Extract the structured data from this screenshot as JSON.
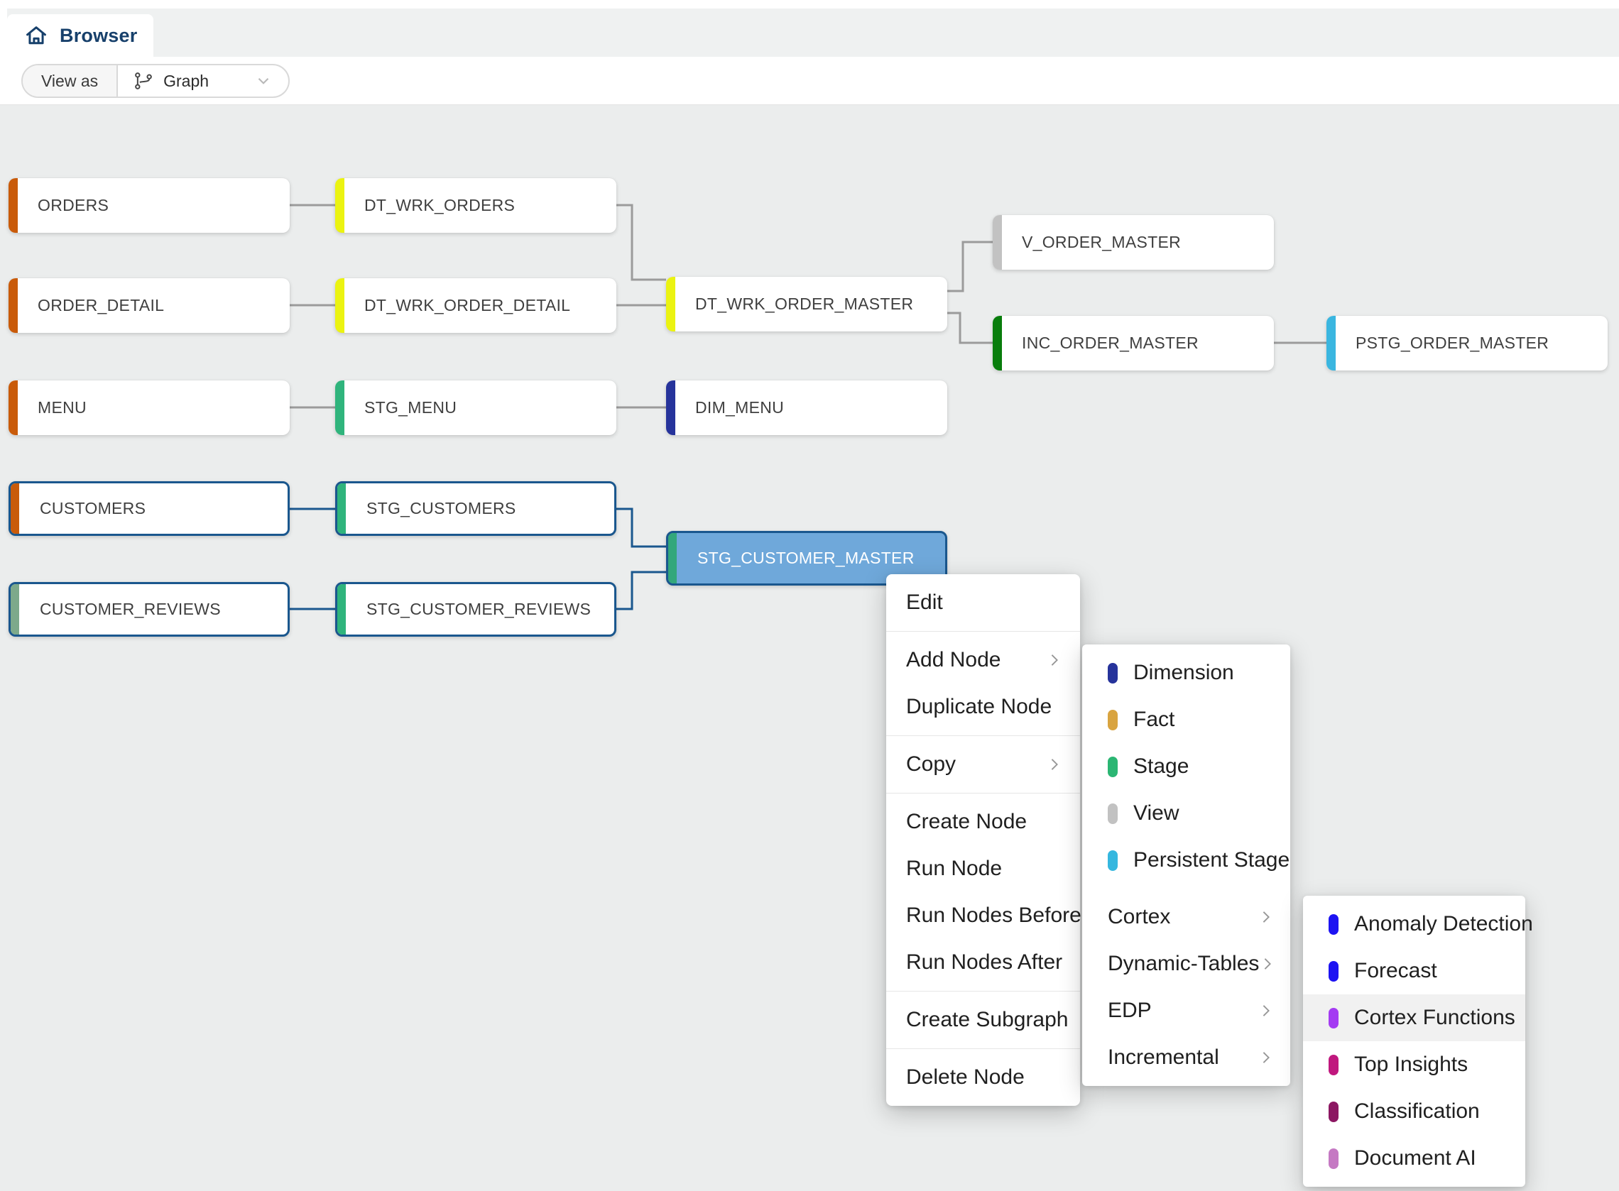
{
  "tab_bar": {
    "active_tab": "Browser"
  },
  "toolbar": {
    "view_as_label": "View as",
    "view_mode": "Graph"
  },
  "graph": {
    "nodes": [
      {
        "label": "ORDERS",
        "type": "source-table",
        "color": "#C95B0A",
        "selected": false
      },
      {
        "label": "ORDER_DETAIL",
        "type": "source-table",
        "color": "#C95B0A",
        "selected": false
      },
      {
        "label": "MENU",
        "type": "source-table",
        "color": "#C95B0A",
        "selected": false
      },
      {
        "label": "CUSTOMERS",
        "type": "source-table",
        "color": "#C95B0A",
        "selected": true
      },
      {
        "label": "CUSTOMER_REVIEWS",
        "type": "source-table",
        "color": "#7DA98B",
        "selected": true
      },
      {
        "label": "DT_WRK_ORDERS",
        "type": "dynamic-table",
        "color": "#EBF311",
        "selected": false
      },
      {
        "label": "DT_WRK_ORDER_DETAIL",
        "type": "dynamic-table",
        "color": "#EBF311",
        "selected": false
      },
      {
        "label": "STG_MENU",
        "type": "stage",
        "color": "#2FB47C",
        "selected": false
      },
      {
        "label": "STG_CUSTOMERS",
        "type": "stage",
        "color": "#2FB47C",
        "selected": true
      },
      {
        "label": "STG_CUSTOMER_REVIEWS",
        "type": "stage",
        "color": "#2FB47C",
        "selected": true
      },
      {
        "label": "DT_WRK_ORDER_MASTER",
        "type": "dynamic-table",
        "color": "#EBF311",
        "selected": false
      },
      {
        "label": "DIM_MENU",
        "type": "dimension",
        "color": "#26339B",
        "selected": false
      },
      {
        "label": "STG_CUSTOMER_MASTER",
        "type": "stage",
        "color": "#33A77B",
        "selected": true,
        "state": "active-context-target"
      },
      {
        "label": "V_ORDER_MASTER",
        "type": "view",
        "color": "#C2C2C2",
        "selected": false
      },
      {
        "label": "INC_ORDER_MASTER",
        "type": "incremental",
        "color": "#087D0C",
        "selected": false
      },
      {
        "label": "PSTG_ORDER_MASTER",
        "type": "persistent-stage",
        "color": "#3AB6E0",
        "selected": false
      }
    ],
    "edges": [
      {
        "from": "ORDERS",
        "to": "DT_WRK_ORDERS",
        "state": "default"
      },
      {
        "from": "ORDER_DETAIL",
        "to": "DT_WRK_ORDER_DETAIL",
        "state": "default"
      },
      {
        "from": "MENU",
        "to": "STG_MENU",
        "state": "default"
      },
      {
        "from": "STG_MENU",
        "to": "DIM_MENU",
        "state": "default"
      },
      {
        "from": "DT_WRK_ORDERS",
        "to": "DT_WRK_ORDER_MASTER",
        "state": "default"
      },
      {
        "from": "DT_WRK_ORDER_DETAIL",
        "to": "DT_WRK_ORDER_MASTER",
        "state": "default"
      },
      {
        "from": "DT_WRK_ORDER_MASTER",
        "to": "V_ORDER_MASTER",
        "state": "default"
      },
      {
        "from": "DT_WRK_ORDER_MASTER",
        "to": "INC_ORDER_MASTER",
        "state": "default"
      },
      {
        "from": "INC_ORDER_MASTER",
        "to": "PSTG_ORDER_MASTER",
        "state": "default"
      },
      {
        "from": "CUSTOMERS",
        "to": "STG_CUSTOMERS",
        "state": "selected"
      },
      {
        "from": "CUSTOMER_REVIEWS",
        "to": "STG_CUSTOMER_REVIEWS",
        "state": "selected"
      },
      {
        "from": "STG_CUSTOMERS",
        "to": "STG_CUSTOMER_MASTER",
        "state": "selected"
      },
      {
        "from": "STG_CUSTOMER_REVIEWS",
        "to": "STG_CUSTOMER_MASTER",
        "state": "selected"
      }
    ]
  },
  "context_menu": {
    "groups": [
      {
        "items": [
          {
            "label": "Edit",
            "submenu": false
          }
        ]
      },
      {
        "items": [
          {
            "label": "Add Node",
            "submenu": true
          },
          {
            "label": "Duplicate Node",
            "submenu": false
          }
        ]
      },
      {
        "items": [
          {
            "label": "Copy",
            "submenu": true
          }
        ]
      },
      {
        "items": [
          {
            "label": "Create Node",
            "submenu": false
          },
          {
            "label": "Run Node",
            "submenu": false
          },
          {
            "label": "Run Nodes Before",
            "submenu": false
          },
          {
            "label": "Run Nodes After",
            "submenu": false
          }
        ]
      },
      {
        "items": [
          {
            "label": "Create Subgraph",
            "submenu": false
          }
        ]
      },
      {
        "items": [
          {
            "label": "Delete Node",
            "submenu": false
          }
        ]
      }
    ]
  },
  "add_node_submenu": {
    "node_types": [
      {
        "label": "Dimension",
        "color": "#26339B"
      },
      {
        "label": "Fact",
        "color": "#D9A440"
      },
      {
        "label": "Stage",
        "color": "#2BB673"
      },
      {
        "label": "View",
        "color": "#C2C2C2"
      },
      {
        "label": "Persistent Stage",
        "color": "#35B7DF"
      }
    ],
    "categories": [
      {
        "label": "Cortex"
      },
      {
        "label": "Dynamic-Tables"
      },
      {
        "label": "EDP"
      },
      {
        "label": "Incremental"
      }
    ]
  },
  "cortex_submenu": {
    "items": [
      {
        "label": "Anomaly Detection",
        "color": "#1D13F2",
        "highlighted": false
      },
      {
        "label": "Forecast",
        "color": "#1D13F2",
        "highlighted": false
      },
      {
        "label": "Cortex Functions",
        "color": "#A43BF2",
        "highlighted": true
      },
      {
        "label": "Top Insights",
        "color": "#C0187E",
        "highlighted": false
      },
      {
        "label": "Classification",
        "color": "#8C1762",
        "highlighted": false
      },
      {
        "label": "Document AI",
        "color": "#C579C3",
        "highlighted": false
      }
    ]
  },
  "colors": {
    "selected_border": "#1A578E",
    "selected_fill": "#6FA8DA",
    "edge_default": "#9B9B9B",
    "edge_selected": "#1A578E",
    "menu_highlight": "#F1F1F1",
    "tab_text": "#17406B",
    "canvas_bg": "#EBEDED"
  }
}
